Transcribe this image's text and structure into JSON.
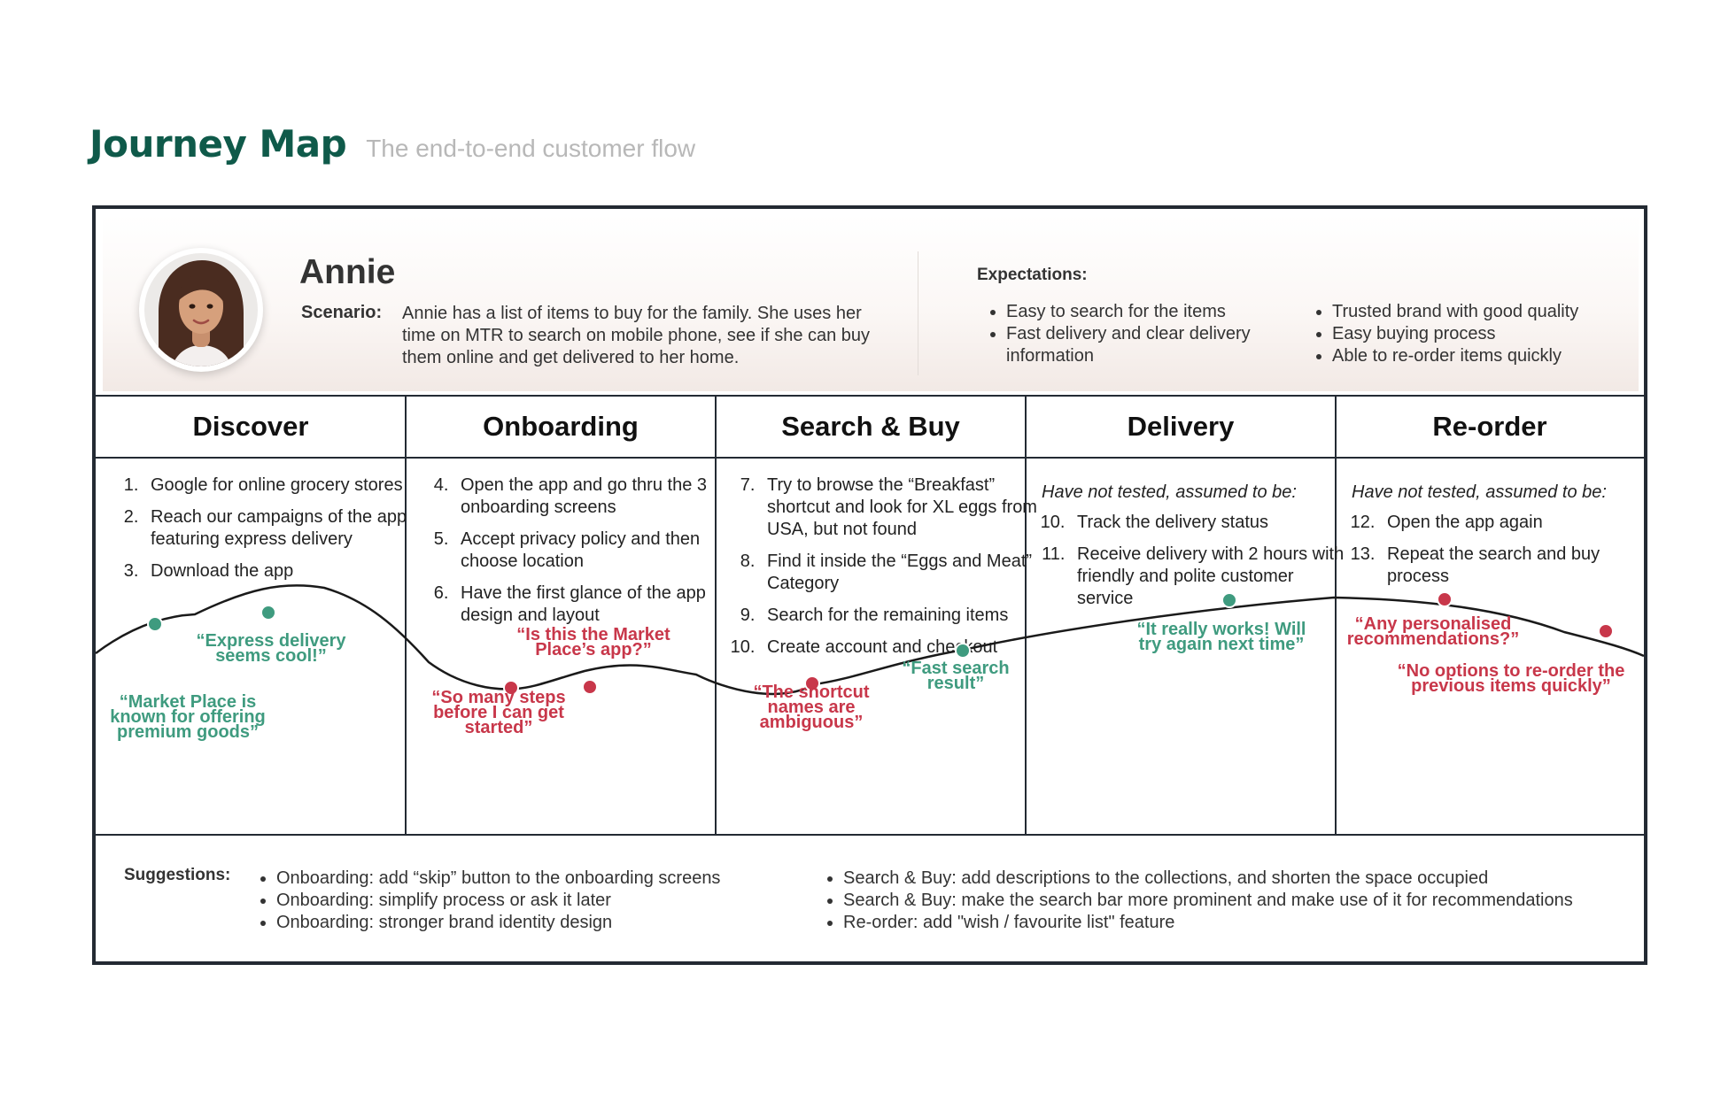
{
  "header": {
    "title": "Journey Map",
    "subtitle": "The end-to-end customer flow"
  },
  "persona": {
    "name": "Annie",
    "scenario_label": "Scenario:",
    "scenario": "Annie has a list of items to buy for the family. She uses her time on MTR to search on mobile phone, see if she can buy them online and get delivered to her home.",
    "expectations_label": "Expectations:",
    "expectations_col1": [
      "Easy to search for the items",
      "Fast delivery and clear delivery information"
    ],
    "expectations_col2": [
      "Trusted brand with good quality",
      "Easy buying process",
      "Able to re-order items quickly"
    ]
  },
  "stages": [
    {
      "title": "Discover",
      "steps": [
        {
          "n": "1.",
          "text": "Google for online grocery stores"
        },
        {
          "n": "2.",
          "text": "Reach our campaigns of the app featuring express delivery"
        },
        {
          "n": "3.",
          "text": "Download the app"
        }
      ]
    },
    {
      "title": "Onboarding",
      "steps": [
        {
          "n": "4.",
          "text": "Open the app and go thru the 3 onboarding screens"
        },
        {
          "n": "5.",
          "text": "Accept privacy policy and then choose location"
        },
        {
          "n": "6.",
          "text": "Have the first glance of the app design and layout"
        }
      ]
    },
    {
      "title": "Search & Buy",
      "steps": [
        {
          "n": "7.",
          "text": "Try to browse the “Breakfast” shortcut and look for XL eggs from USA, but not found"
        },
        {
          "n": "8.",
          "text": "Find it inside the “Eggs and Meat” Category"
        },
        {
          "n": "9.",
          "text": "Search for the remaining items"
        },
        {
          "n": "10.",
          "text": "Create account and checkout"
        }
      ]
    },
    {
      "title": "Delivery",
      "assumed": "Have not tested, assumed to be:",
      "steps": [
        {
          "n": "10.",
          "text": "Track the delivery status"
        },
        {
          "n": "11.",
          "text": "Receive delivery with 2 hours with friendly and polite customer service"
        }
      ]
    },
    {
      "title": "Re-order",
      "assumed": "Have not tested, assumed to be:",
      "steps": [
        {
          "n": "12.",
          "text": "Open the app again"
        },
        {
          "n": "13.",
          "text": "Repeat the search and buy process"
        }
      ]
    }
  ],
  "quotes": [
    {
      "text": "“Express delivery seems cool!”",
      "sentiment": "positive"
    },
    {
      "text": "“Market Place is known for offering premium goods”",
      "sentiment": "positive"
    },
    {
      "text": "“Is this the Market Place’s app?”",
      "sentiment": "negative"
    },
    {
      "text": "“So many steps before I can get started”",
      "sentiment": "negative"
    },
    {
      "text": "“The shortcut names are ambiguous”",
      "sentiment": "negative"
    },
    {
      "text": "“Fast search result”",
      "sentiment": "positive"
    },
    {
      "text": "“It really works! Will try again next time”",
      "sentiment": "positive"
    },
    {
      "text": "“Any personalised recommendations?”",
      "sentiment": "negative"
    },
    {
      "text": "“No options to re-order the previous items quickly”",
      "sentiment": "negative"
    }
  ],
  "colors": {
    "positive": "#3f9b7f",
    "negative": "#c8374a",
    "title": "#0f5a4a"
  },
  "suggestions": {
    "label": "Suggestions:",
    "col1": [
      "Onboarding: add “skip” button to the onboarding screens",
      "Onboarding: simplify process or ask it later",
      "Onboarding: stronger brand identity design"
    ],
    "col2": [
      "Search & Buy: add descriptions to the collections, and shorten the space occupied",
      "Search & Buy: make the search bar more prominent and make use of it for recommendations",
      "Re-order: add \"wish / favourite list\" feature"
    ]
  }
}
